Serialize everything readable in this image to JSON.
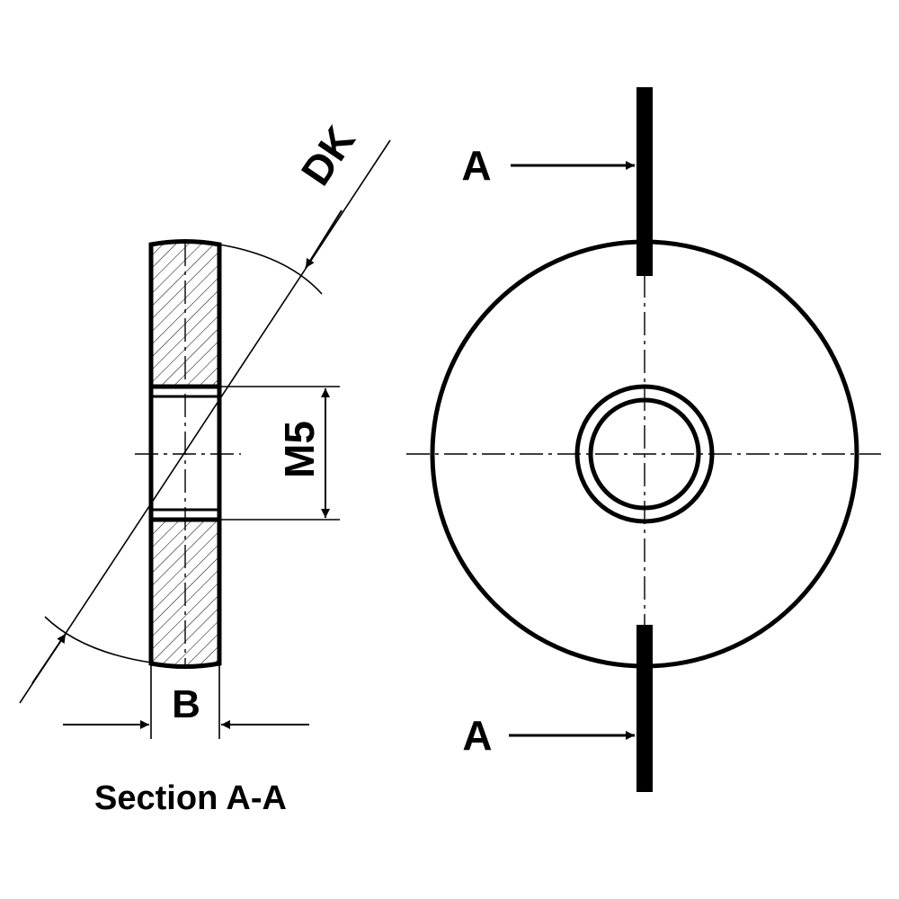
{
  "section_view": {
    "caption": "Section A-A",
    "dim_width_label": "B",
    "dim_thread_label": "M5",
    "dim_diameter_label": "DK"
  },
  "front_view": {
    "cut_label_top": "A",
    "cut_label_bottom": "A"
  }
}
